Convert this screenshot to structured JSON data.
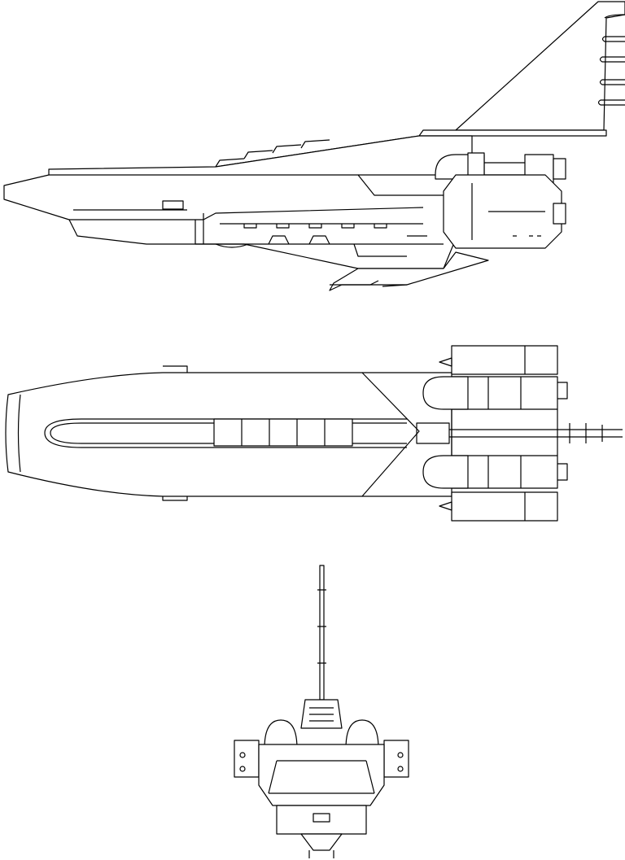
{
  "colors": {
    "line": "#000000",
    "background": "#ffffff"
  },
  "views": [
    "side",
    "top",
    "front"
  ]
}
